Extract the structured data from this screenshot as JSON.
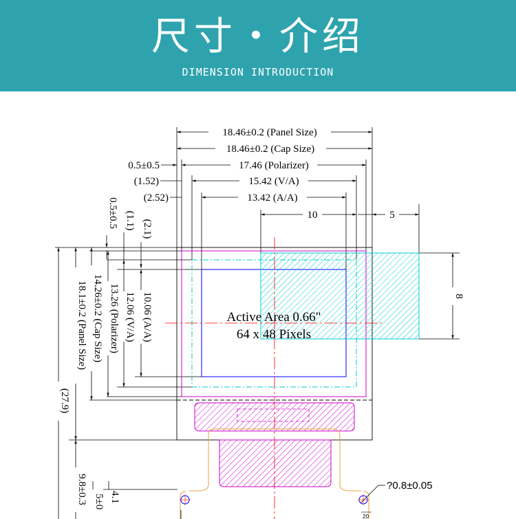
{
  "header": {
    "title": "尺寸・介绍",
    "subtitle": "DIMENSION INTRODUCTION",
    "background": "#2ea3ae"
  },
  "dims": {
    "panel_w": "18.46±0.2 (Panel Size)",
    "cap_w": "18.46±0.2 (Cap Size)",
    "pol_offset": "0.5±0.5",
    "pol_w": "17.46 (Polarizer)",
    "va_offset": "(1.52)",
    "va_w": "15.42 (V/A)",
    "aa_offset": "(2.52)",
    "aa_w": "13.42 (A/A)",
    "ten": "10",
    "five": "5",
    "eight": "8",
    "v_pol_off": "0.5±0.5",
    "v_va_off": "(1.1)",
    "v_aa_off": "(2.1)",
    "v_aa_h": "10.06 (A/A)",
    "v_va_h": "12.06 (V/A)",
    "v_pol_h": "13.26 (Polarizer)",
    "v_cap_h": "14.26±0.2 (Cap Size)",
    "v_panel_h": "18.1±0.2 (Panel Size)",
    "v_total": "(27.9)",
    "v_98": "9.8±0.3",
    "v_5": "5±0",
    "v_41": "4.1",
    "hole": "?0.8±0.05",
    "small20": "20"
  },
  "active_area": {
    "line1": "Active Area 0.66\"",
    "line2": "64 x 48 Pixels"
  },
  "colors": {
    "polarizer": "#cc00cc",
    "active": "#0000ff",
    "cyan": "#00cccc",
    "center": "#ff0000",
    "flex": "#e8a040"
  }
}
